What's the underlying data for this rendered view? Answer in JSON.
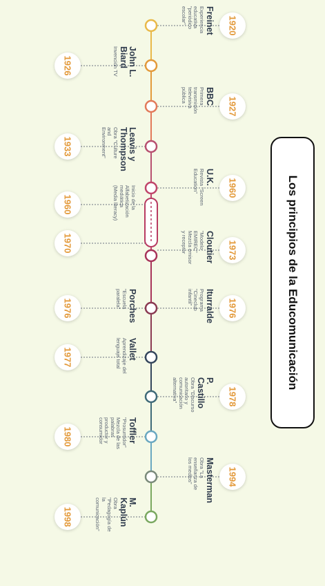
{
  "title": "Los principios de la Educomunicación",
  "events": [
    {
      "year": "1920",
      "name": "Freinet",
      "desc": "Experiencia educativa \"periódico escolar\"",
      "color": "#e9b949",
      "side": "right"
    },
    {
      "year": "1926",
      "name": "John L. Biard",
      "desc": "Invención TV",
      "color": "#e39a3b",
      "side": "left"
    },
    {
      "year": "1927",
      "name": "BBC",
      "desc": "Primera transmisión televisiva pública",
      "color": "#e27a5a",
      "side": "right"
    },
    {
      "year": "1933",
      "name": "Leavis y Thompson",
      "desc": "Obra \"Culture and Environment\"",
      "color": "#b85070",
      "side": "left"
    },
    {
      "year": "1960",
      "name": "U.K.",
      "desc": "Revista \"Screen Education\"",
      "color": "#c0456a",
      "side": "right"
    },
    {
      "year": "1960",
      "name": "",
      "desc": "Inicio de la Alfabetización mediática (Media literacy)",
      "color": "#c0456a",
      "side": "left"
    },
    {
      "year": "1970",
      "name": "",
      "desc": "",
      "color": "#a8345a",
      "side": "left"
    },
    {
      "year": "1973",
      "name": "Cloutier",
      "desc": "\"Modelo EMIREC\" Mezcla emisor y receptor",
      "color": "#a8345a",
      "side": "right"
    },
    {
      "year": "1976",
      "name": "Porches",
      "desc": "\"Escuela paralela\"",
      "color": "#8a3a52",
      "side": "left"
    },
    {
      "year": "1976",
      "name": "Iturralde",
      "desc": "Programa \"Cineclub infantil\"",
      "color": "#8a3a52",
      "side": "right"
    },
    {
      "year": "1977",
      "name": "Vallet",
      "desc": "Aprendizaje del lenguaje total",
      "color": "#34465c",
      "side": "left"
    },
    {
      "year": "1978",
      "name": "P. Castillo",
      "desc": "Obra \"Discurso autoritario y comunicación alternativa\"",
      "color": "#3f6a78",
      "side": "right"
    },
    {
      "year": "1980",
      "name": "Toffler",
      "desc": "\"Prosumidor\" Mezcla de las palabras productor y consumidor",
      "color": "#6aa8c0",
      "side": "left"
    },
    {
      "year": "1994",
      "name": "Masterman",
      "desc": "Obra \"La enseñanza de los medios\"",
      "color": "#7a8a7a",
      "side": "right"
    },
    {
      "year": "1998",
      "name": "M. Kaplún",
      "desc": "Obra \"Pedagogía de la comunicación\"",
      "color": "#7aa860",
      "side": "left"
    }
  ]
}
